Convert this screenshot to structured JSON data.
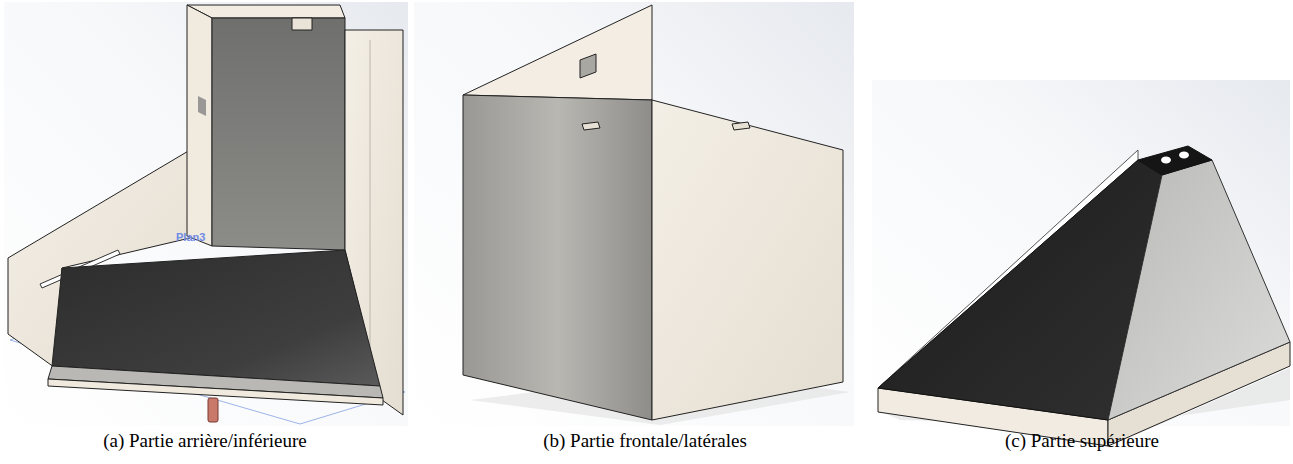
{
  "diagram": {
    "labels": [
      "Plan3",
      "(a) Partie arrière/inférieure",
      "(b) Partie frontale/latérales",
      "(c) Partie supérieure"
    ]
  }
}
